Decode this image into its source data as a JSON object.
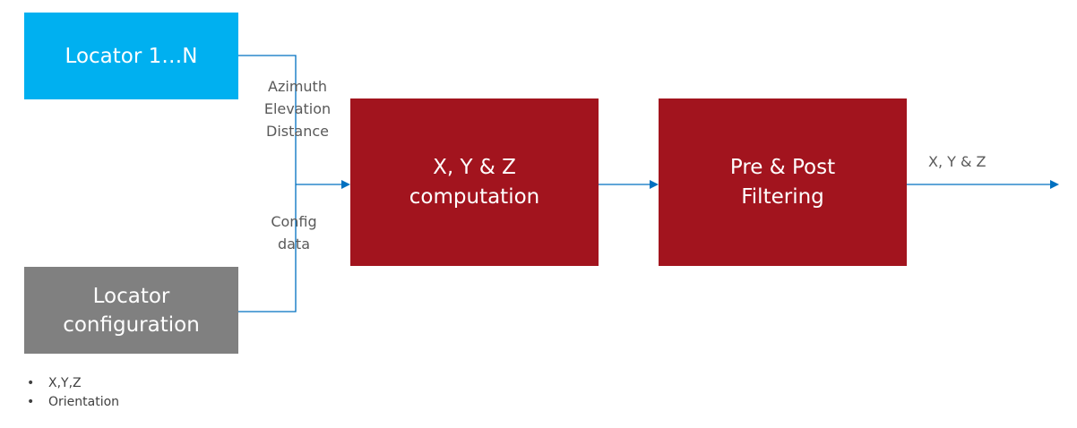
{
  "colors": {
    "locator": "#00b0f0",
    "configuration": "#808080",
    "process": "#a2141e",
    "connector": "#0070c0",
    "label_text": "#595959"
  },
  "blocks": {
    "locator": {
      "line1": "Locator 1…N"
    },
    "configuration": {
      "line1": "Locator",
      "line2": "configuration"
    },
    "computation": {
      "line1": "X, Y & Z",
      "line2": "computation"
    },
    "filtering": {
      "line1": "Pre & Post",
      "line2": "Filtering"
    }
  },
  "labels": {
    "measurements": [
      "Azimuth",
      "Elevation",
      "Distance"
    ],
    "config_data": [
      "Config",
      "data"
    ],
    "output": "X, Y & Z"
  },
  "config_attributes": {
    "bullet": "•",
    "items": [
      "X,Y,Z",
      "Orientation"
    ]
  },
  "icons": {
    "arrowhead": "arrowhead-icon",
    "bullet": "bullet-dot-icon"
  }
}
